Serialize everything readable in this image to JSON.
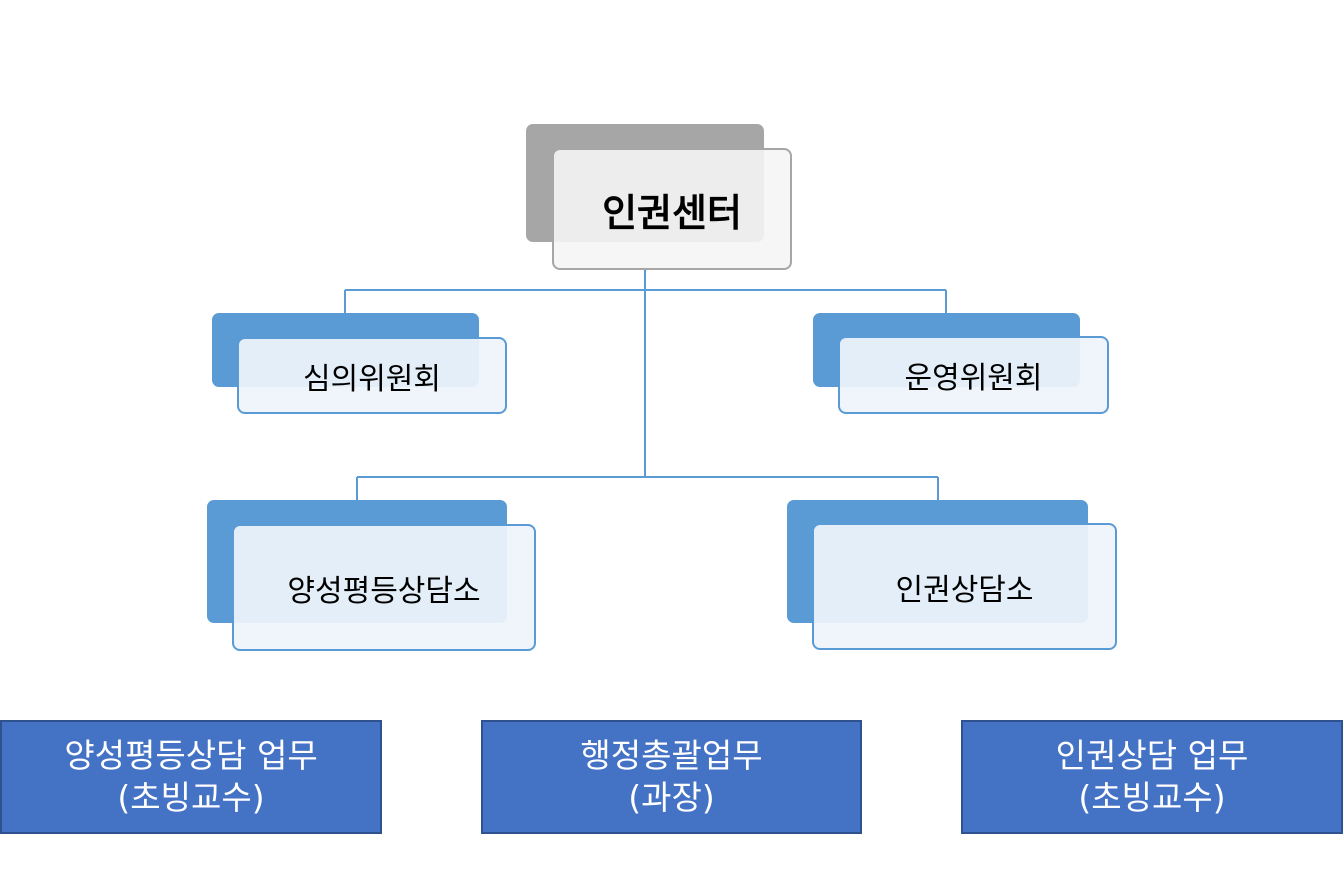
{
  "org_chart": {
    "root": "인권센터",
    "committees": [
      "심의위원회",
      "운영위원회"
    ],
    "offices": [
      "양성평등상담소",
      "인권상담소"
    ]
  },
  "duties": [
    {
      "line1": "양성평등상담 업무",
      "line2": "(초빙교수)"
    },
    {
      "line1": "행정총괄업무",
      "line2": "(과장)"
    },
    {
      "line1": "인권상담 업무",
      "line2": "(초빙교수)"
    }
  ],
  "colors": {
    "root_back": "#a6a6a6",
    "root_front": "#f5f5f5",
    "node_blue": "#5b9bd5",
    "node_front": "#eef4fb",
    "connector": "#5b9bd5",
    "duty_box": "#4472c4",
    "duty_border": "#2f528f",
    "duty_text": "#ffffff"
  }
}
